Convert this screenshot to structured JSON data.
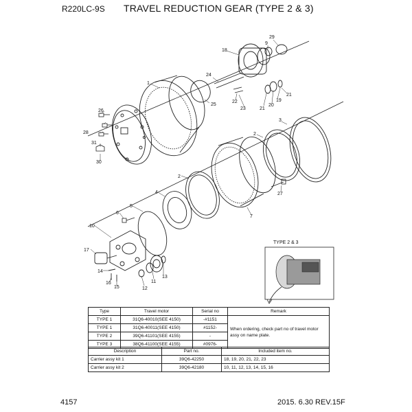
{
  "header": {
    "model": "R220LC-9S",
    "title": "TRAVEL REDUCTION GEAR (TYPE 2 & 3)"
  },
  "footer": {
    "page": "4157",
    "date_rev": "2015. 6.30  REV.15F"
  },
  "inset": {
    "label": "TYPE 2 & 3"
  },
  "callouts": {
    "n1": "1",
    "n2a": "2",
    "n2b": "2",
    "n3": "3",
    "n4": "4",
    "n5": "5",
    "n6": "6",
    "n7": "7",
    "n9": "9",
    "n10": "10",
    "n11": "11",
    "n12": "12",
    "n13": "13",
    "n14": "14",
    "n15": "15",
    "n16": "16",
    "n17": "17",
    "n18": "18",
    "n19": "19",
    "n20": "20",
    "n21a": "21",
    "n21b": "21",
    "n22": "22",
    "n23": "23",
    "n24": "24",
    "n25": "25",
    "n26": "26",
    "n27": "27",
    "n28": "28",
    "n29": "29",
    "n30": "30",
    "n31": "31"
  },
  "motor_table": {
    "headers": [
      "Type",
      "Travel motor",
      "Serial no",
      "Remark"
    ],
    "rows": [
      [
        "TYPE 1",
        "31Q6-40010(SEE 4150)",
        "-#1151"
      ],
      [
        "TYPE 1",
        "31Q6-40011(SEE 4150)",
        "#1152-"
      ],
      [
        "TYPE 2",
        "39Q6-41101(SEE 4155)",
        "-"
      ],
      [
        "TYPE 3",
        "38Q6-41100(SEE 4155)",
        "#0976-"
      ]
    ],
    "remark": "When ordering, check part no of travel motor assy on name plate."
  },
  "kit_table": {
    "headers": [
      "Description",
      "Part no.",
      "Included item no."
    ],
    "rows": [
      [
        "Carrier assy kit 1",
        "39Q6-42250",
        "18, 19, 20, 21, 22, 23"
      ],
      [
        "Carrier assy kit 2",
        "39Q6-42180",
        "10, 11, 12, 13, 14, 15, 16"
      ]
    ]
  }
}
